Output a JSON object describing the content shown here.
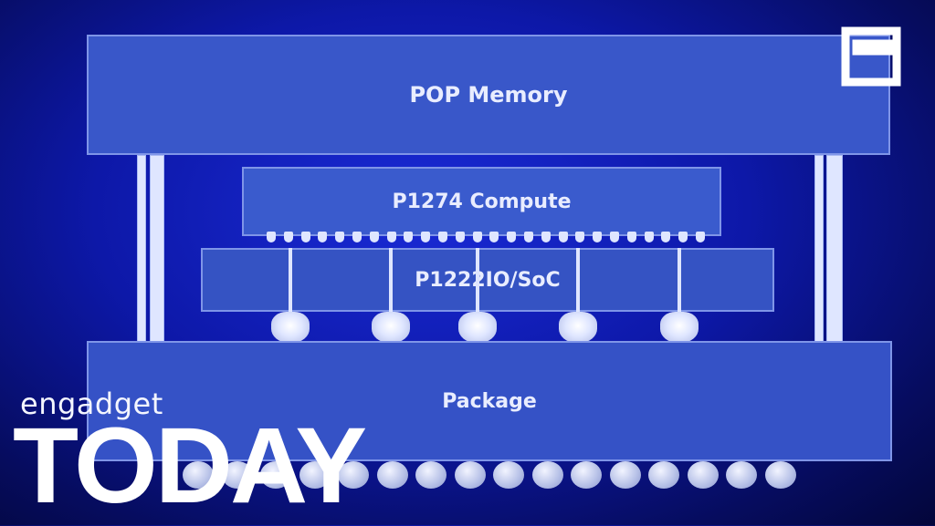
{
  "diagram": {
    "top_block": "POP Memory",
    "compute_block": "P1274 Compute",
    "soc_block": "P1222IO/SoC",
    "bottom_block": "Package"
  },
  "overlay": {
    "brand_name": "engadget",
    "show_title": "TODAY",
    "logo_icon": "engadget-e-logo-icon"
  },
  "colors": {
    "background": "#0d18a8",
    "block_fill": "#3a55c4",
    "text": "#ffffff"
  }
}
